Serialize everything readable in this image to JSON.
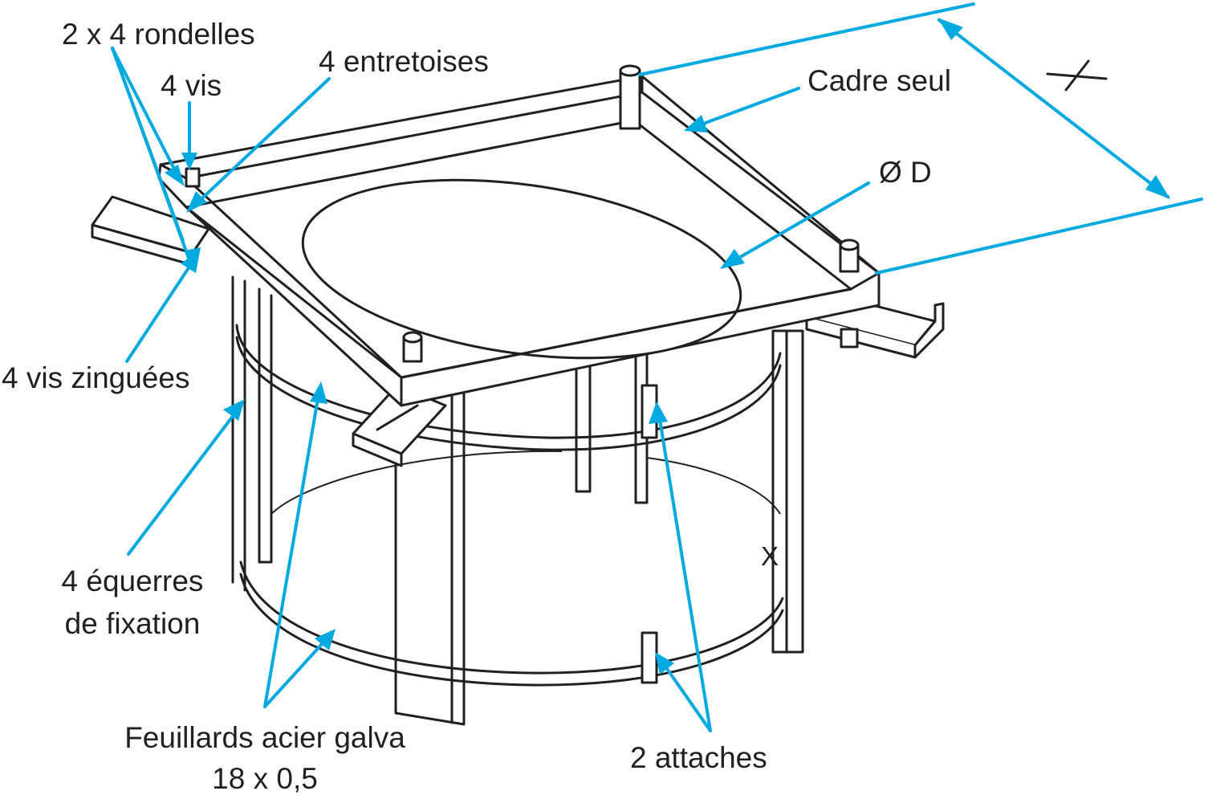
{
  "labels": {
    "rondelles": "2 x 4 rondelles",
    "vis": "4 vis",
    "entretoises": "4 entretoises",
    "cadre": "Cadre seul",
    "diametre": "Ø D",
    "vis_zinguees": "4 vis zinguées",
    "equerres_line1": "4 équerres",
    "equerres_line2": "de fixation",
    "feuillards_line1": "Feuillards acier galva",
    "feuillards_line2": "18 x 0,5",
    "attaches": "2 attaches",
    "dimension_x": "X"
  },
  "colors": {
    "leader": "#00a9e0",
    "ink": "#231f20",
    "background": "#ffffff"
  }
}
